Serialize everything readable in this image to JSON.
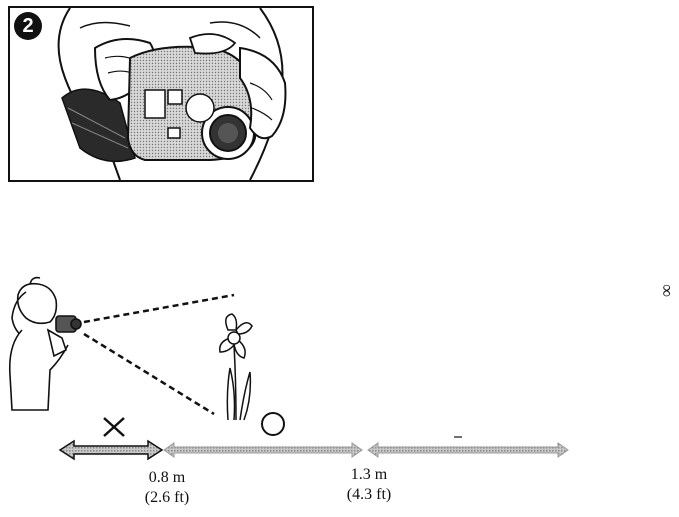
{
  "step": {
    "badge": "2"
  },
  "scale": {
    "infinity_symbol": "∞",
    "marks": [
      {
        "metric": "0.8 m",
        "imperial": "(2.6 ft)"
      },
      {
        "metric": "1.3 m",
        "imperial": "(4.3 ft)"
      }
    ]
  },
  "icons": {
    "too_close": "cross-mark-icon",
    "ok": "circle-mark-icon"
  }
}
